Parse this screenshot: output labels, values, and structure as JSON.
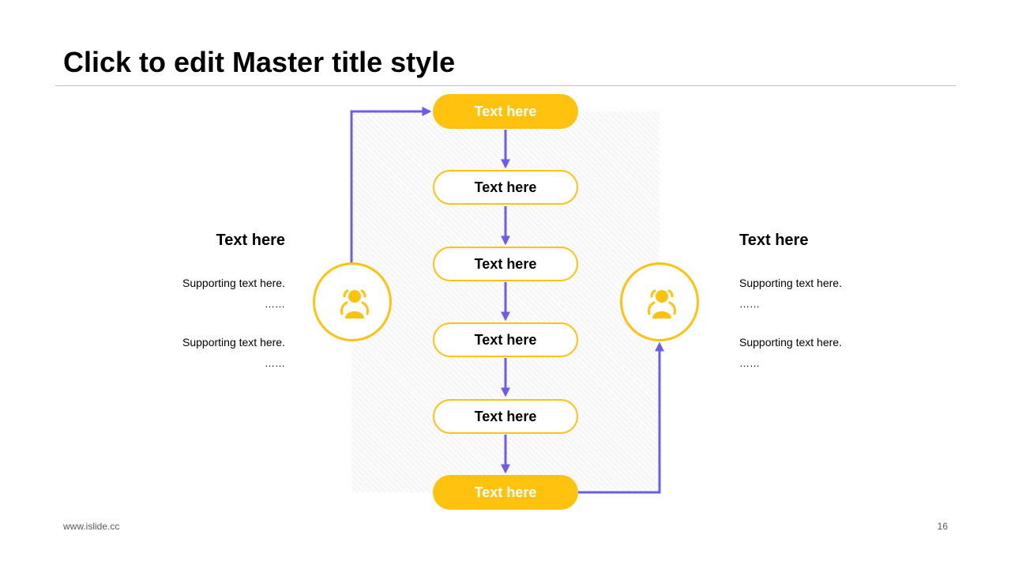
{
  "slide": {
    "title": "Click to edit Master title style"
  },
  "flow": {
    "steps": [
      "Text here",
      "Text here",
      "Text here",
      "Text here",
      "Text here",
      "Text here"
    ]
  },
  "left_panel": {
    "heading": "Text here",
    "items": [
      {
        "text": "Supporting text here.",
        "dots": "……"
      },
      {
        "text": "Supporting text here.",
        "dots": "……"
      }
    ]
  },
  "right_panel": {
    "heading": "Text here",
    "items": [
      {
        "text": "Supporting text here.",
        "dots": "……"
      },
      {
        "text": "Supporting text here.",
        "dots": "……"
      }
    ]
  },
  "footer": {
    "website": "www.islide.cc",
    "page_number": "16"
  },
  "colors": {
    "accent": "#ffc20e",
    "arrow": "#6a5ee6",
    "text": "#000000"
  },
  "icons": {
    "left": "users-icon",
    "right": "users-icon"
  }
}
